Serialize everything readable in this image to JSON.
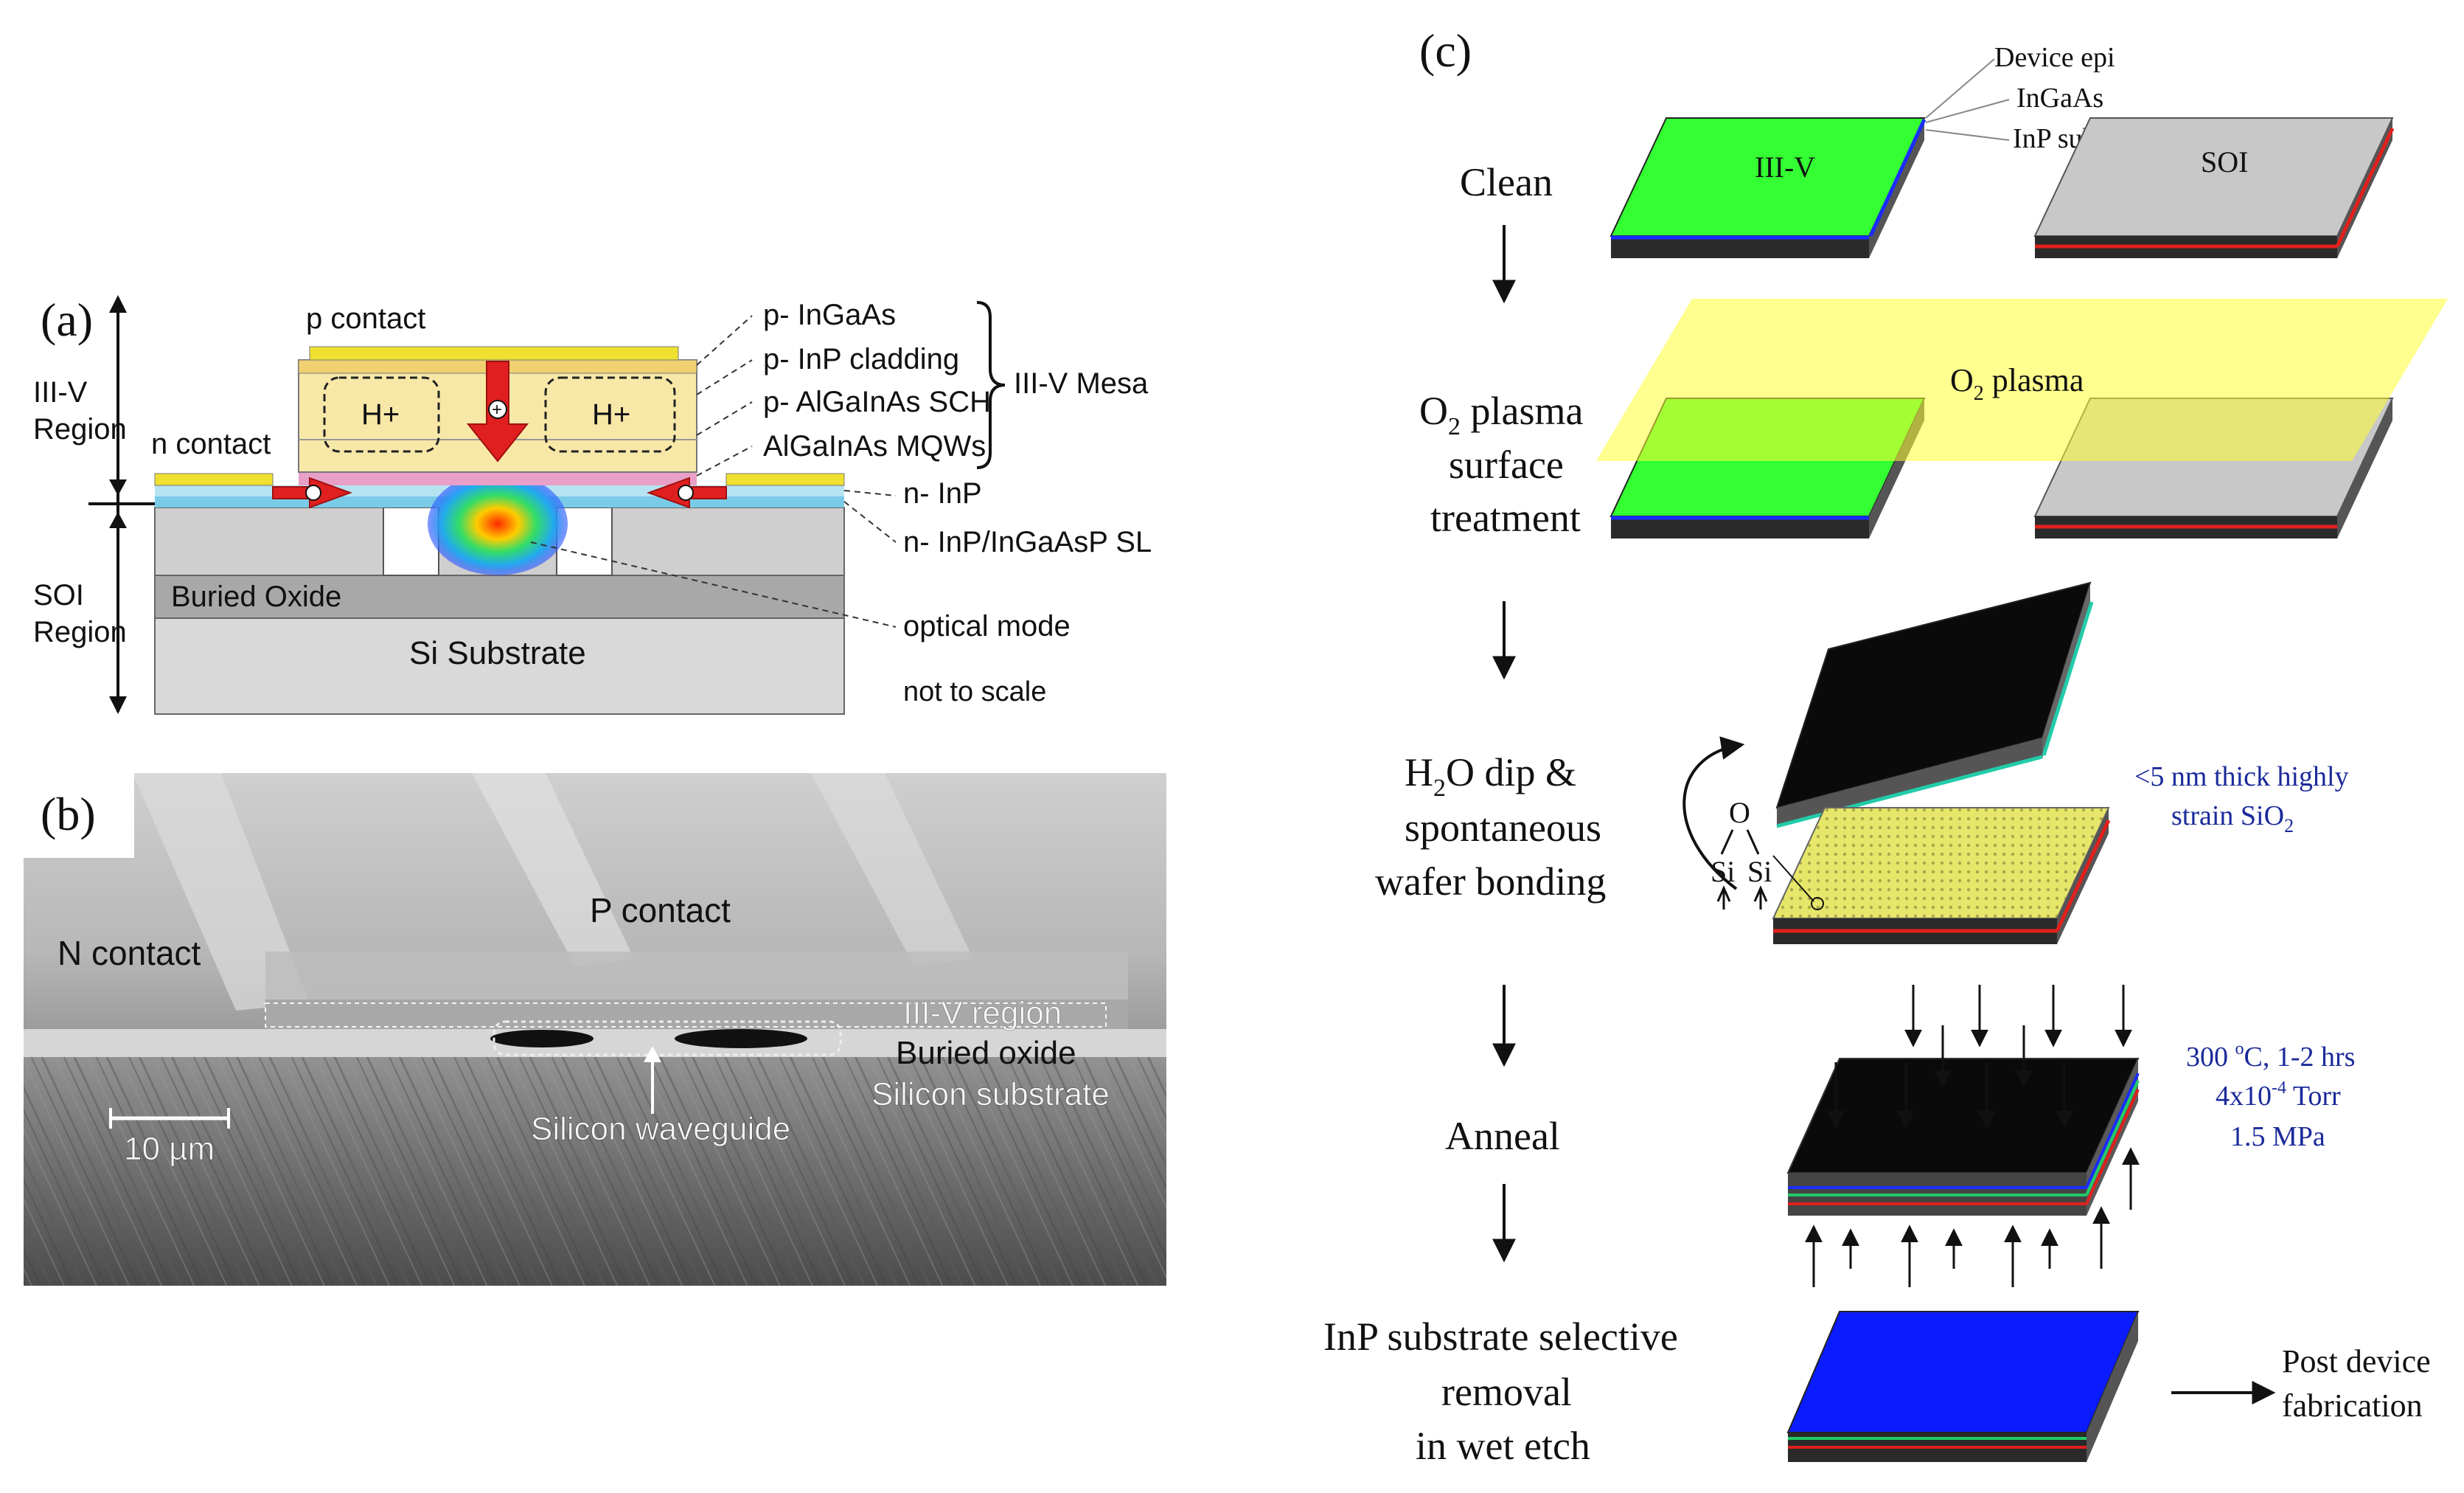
{
  "panel_a": {
    "label": "(a)",
    "region_iiiv": [
      "III-V",
      "Region"
    ],
    "region_soi": [
      "SOI",
      "Region"
    ],
    "p_contact": "p contact",
    "n_contact": "n contact",
    "h_plus": "H+",
    "buried_oxide": "Buried Oxide",
    "si_substrate": "Si Substrate",
    "layers": [
      "p- InGaAs",
      "p- InP cladding",
      "p- AlGaInAs SCH",
      "AlGaInAs MQWs",
      "n- InP",
      "n- InP/InGaAsP SL",
      "optical mode"
    ],
    "mesa_label": "III-V Mesa",
    "not_to_scale": "not to scale"
  },
  "panel_b": {
    "label": "(b)",
    "n_contact": "N contact",
    "p_contact": "P contact",
    "iiiv_region": "III-V region",
    "buried_oxide": "Buried oxide",
    "silicon_substrate": "Silicon substrate",
    "silicon_waveguide": "Silicon waveguide",
    "scale_bar": "10 µm"
  },
  "panel_c": {
    "label": "(c)",
    "steps": {
      "clean": "Clean",
      "plasma": [
        "O",
        "2",
        " plasma",
        "surface",
        "treatment"
      ],
      "dip": [
        "H",
        "2",
        "O dip &",
        "spontaneous",
        "wafer bonding"
      ],
      "anneal": "Anneal",
      "removal": [
        "InP substrate selective",
        "removal",
        "in wet etch"
      ]
    },
    "wafer_labels": {
      "iiiv": "III-V",
      "soi": "SOI",
      "device_epi": "Device epi",
      "ingaas": "InGaAs",
      "inp_sub": "InP sub."
    },
    "plasma_label": [
      "O",
      "2",
      " plasma"
    ],
    "bond_oxide": [
      "<5 nm thick highly",
      "strain SiO",
      "2"
    ],
    "bond_chem": {
      "o": "O",
      "si": "Si"
    },
    "anneal_conditions": [
      "300 ",
      "o",
      "C, 1-2 hrs",
      "4x10",
      "-4",
      " Torr",
      "1.5 MPa"
    ],
    "post": [
      "Post device",
      "fabrication"
    ]
  },
  "colors": {
    "iiiv_green": "#33ff33",
    "soi_gray": "#c8c8c8",
    "plasma_yellow": "#ffff33",
    "inp_blue": "#0a1cff",
    "bond_red": "#e0201c",
    "anneal_text_blue": "#1b2a9a"
  }
}
